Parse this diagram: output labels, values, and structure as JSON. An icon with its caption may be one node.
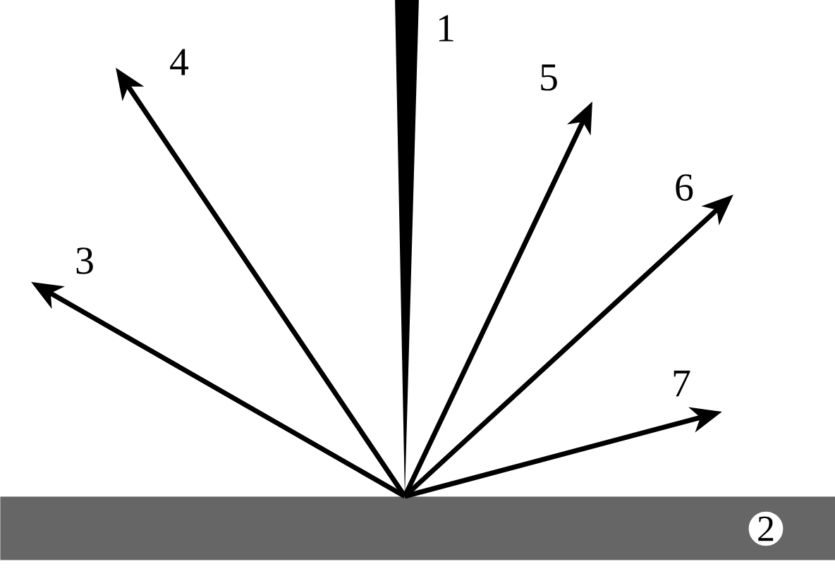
{
  "diagram": {
    "nodes": [
      {
        "text": [
          "2"
        ]
      },
      {
        "text": [
          "1"
        ]
      },
      {
        "text": [
          "4"
        ]
      },
      {
        "text": [
          "5"
        ]
      },
      {
        "text": [
          "6"
        ]
      },
      {
        "text": [
          "3"
        ]
      },
      {
        "text": [
          "7"
        ]
      }
    ],
    "edges": [
      {
        "from": 1,
        "to": 0,
        "arrow": "to",
        "style": "thick"
      },
      {
        "from": 0,
        "to": 5,
        "arrow": "to"
      },
      {
        "from": 0,
        "to": 2,
        "arrow": "to"
      },
      {
        "from": 0,
        "to": 3,
        "arrow": "to"
      },
      {
        "from": 0,
        "to": 4,
        "arrow": "to"
      },
      {
        "from": 0,
        "to": 6,
        "arrow": "to"
      }
    ]
  }
}
